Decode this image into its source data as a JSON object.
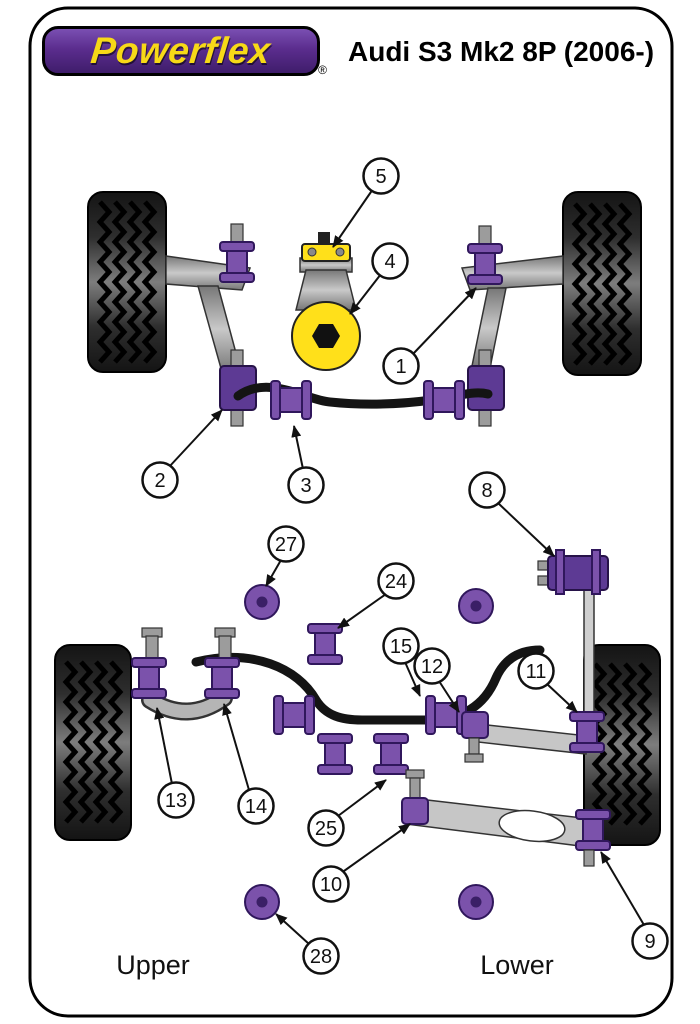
{
  "header": {
    "logo_text": "Powerflex",
    "registered_mark": "®",
    "title": "Audi S3 Mk2 8P (2006-)"
  },
  "footer": {
    "left_label": "Upper",
    "right_label": "Lower"
  },
  "colors": {
    "brand_purple": "#5B2D8E",
    "logo_yellow": "#F7D917",
    "bushing_purple": "#7B52AB",
    "bushing_dark_purple": "#30175C",
    "engine_mount_yellow": "#FFE01A",
    "outline_black": "#141414",
    "arm_gray": "#A9A9A9"
  },
  "callouts": {
    "front": [
      "5",
      "4",
      "1",
      "2",
      "3"
    ],
    "rear": [
      "8",
      "27",
      "24",
      "15",
      "12",
      "11",
      "13",
      "14",
      "25",
      "10",
      "28",
      "9"
    ]
  }
}
